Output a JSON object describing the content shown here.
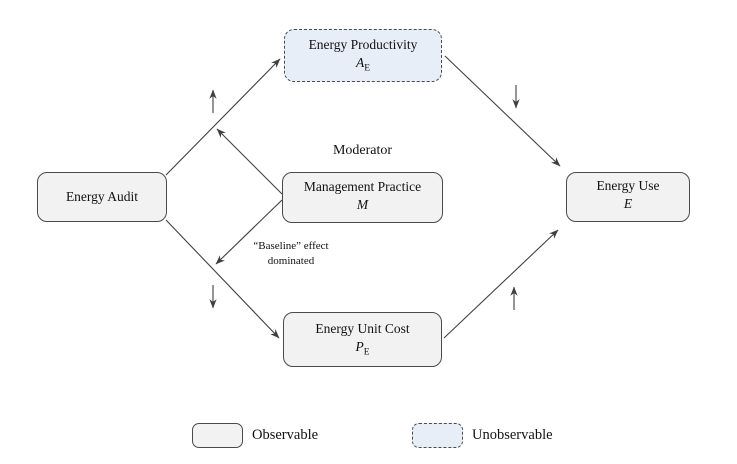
{
  "colors": {
    "observable_fill": "#f2f2f2",
    "unobservable_fill": "#e8eef8",
    "border": "#4a4a4a",
    "line": "#404040"
  },
  "nodes": {
    "energy_audit": {
      "label": "Energy Audit",
      "symbol": "",
      "subscript": "",
      "observability": "observable"
    },
    "energy_productivity": {
      "label": "Energy Productivity",
      "symbol": "A",
      "subscript": "E",
      "observability": "unobservable"
    },
    "management_practice": {
      "label": "Management Practice",
      "symbol": "M",
      "subscript": "",
      "observability": "observable"
    },
    "energy_unit_cost": {
      "label": "Energy Unit Cost",
      "symbol": "P",
      "subscript": "E",
      "observability": "observable"
    },
    "energy_use": {
      "label": "Energy Use",
      "symbol": "E",
      "subscript": "",
      "observability": "observable"
    }
  },
  "annotations": {
    "moderator": "Moderator",
    "baseline_effect_line1": "“Baseline” effect",
    "baseline_effect_line2": "dominated"
  },
  "edges": [
    {
      "from": "energy_audit",
      "to": "energy_productivity",
      "effect_sign": "up"
    },
    {
      "from": "energy_productivity",
      "to": "energy_use",
      "effect_sign": "down"
    },
    {
      "from": "energy_audit",
      "to": "energy_unit_cost",
      "effect_sign": "down"
    },
    {
      "from": "energy_unit_cost",
      "to": "energy_use",
      "effect_sign": "up"
    },
    {
      "from": "management_practice",
      "to": "edge energy_audit→energy_productivity",
      "role": "moderator"
    },
    {
      "from": "management_practice",
      "to": "edge energy_audit→energy_unit_cost",
      "role": "moderator"
    }
  ],
  "effect_signs": [
    {
      "id": "audit-productivity",
      "direction": "up"
    },
    {
      "id": "productivity-use",
      "direction": "down"
    },
    {
      "id": "audit-unitcost",
      "direction": "down"
    },
    {
      "id": "unitcost-use",
      "direction": "up"
    }
  ],
  "legend": {
    "observable_label": "Observable",
    "unobservable_label": "Unobservable"
  }
}
